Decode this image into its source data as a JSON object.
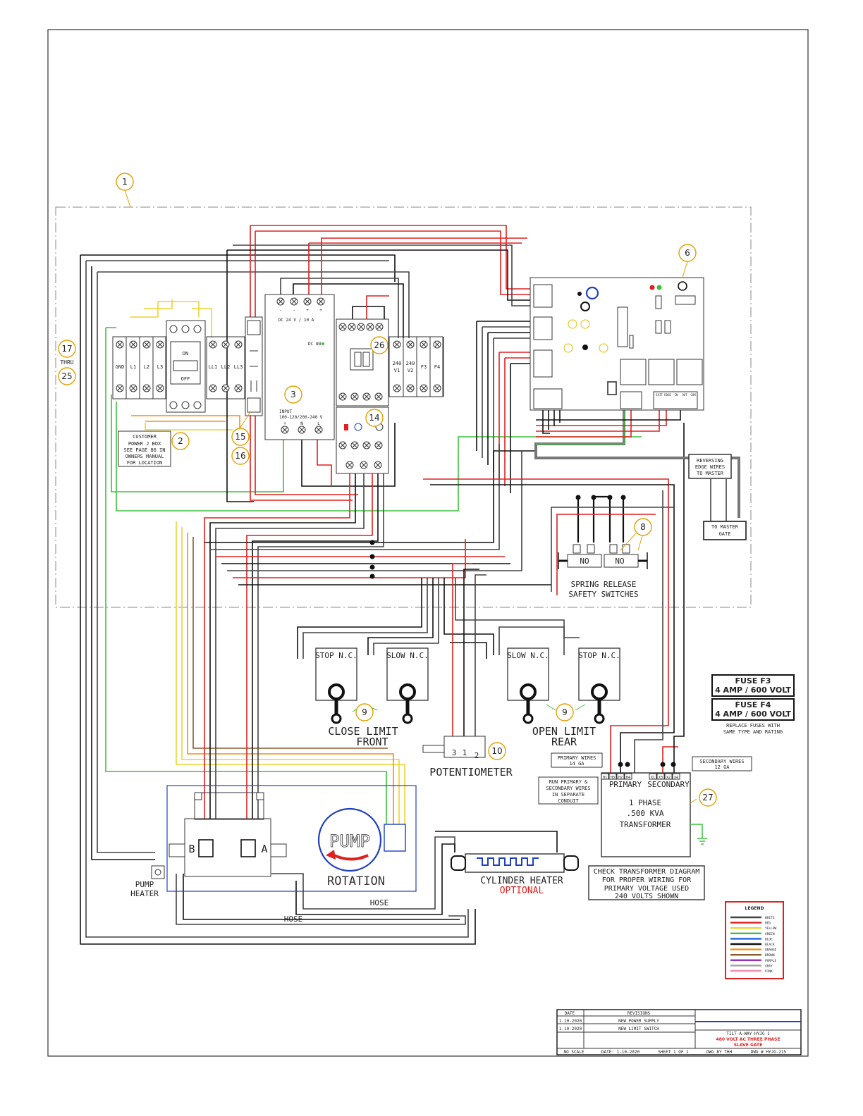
{
  "colors": {
    "white_wire": "#444444",
    "red": "#e02020",
    "yellow": "#f2d230",
    "green": "#3fbf3f",
    "blue": "#2040c0",
    "black": "#111111",
    "orange": "#f0901a",
    "brown": "#8b5a2b",
    "purple": "#8a2be2",
    "gray": "#999999",
    "pink": "#f48fb1",
    "callout": "#e3a100"
  },
  "callouts": [
    "1",
    "2",
    "3",
    "6",
    "8",
    "9",
    "9",
    "10",
    "14",
    "15",
    "16",
    "17",
    "25",
    "26",
    "27"
  ],
  "callout_thru": "THRU",
  "jbox": {
    "terminals": [
      "GND",
      "L1",
      "L2",
      "L3"
    ],
    "note": [
      "CUSTOMER",
      "POWER J BOX",
      "SEE PAGE 86 IN",
      "OWNERS MANUAL",
      "FOR LOCATION"
    ]
  },
  "disconnect": {
    "on": "ON",
    "off": "OFF"
  },
  "load_terminals": [
    "LL1",
    "LL2",
    "LL3"
  ],
  "power_supply": {
    "top": "DC 24 V / 10 A",
    "dc": "DC ON",
    "input": "INPUT",
    "input2": "100-120/200-240 V",
    "pins": [
      "-",
      "-",
      "+",
      "+"
    ],
    "inpins": [
      "+",
      "N",
      "L"
    ]
  },
  "fuse_terms": [
    "240 V1",
    "240 V2",
    "F3",
    "F4"
  ],
  "control_board": {
    "labels": [
      "EXIT",
      "EDGE",
      "IN",
      "OUT",
      "COM"
    ]
  },
  "reversing_note": [
    "REVERSING",
    "EDGE WIRES",
    "TO MASTER"
  ],
  "to_master": [
    "TO MASTER",
    "GATE"
  ],
  "safety": {
    "no": "NO",
    "label": [
      "SPRING RELEASE",
      "SAFETY SWITCHES"
    ]
  },
  "limits": {
    "stop_nc": "STOP N.C.",
    "slow_nc": "SLOW N.C.",
    "close": [
      "CLOSE LIMIT",
      "FRONT"
    ],
    "open": [
      "OPEN LIMIT",
      "REAR"
    ]
  },
  "fuse_box": [
    {
      "name": "FUSE F3",
      "rating": "4 AMP / 600 VOLT"
    },
    {
      "name": "FUSE F4",
      "rating": "4 AMP / 600 VOLT"
    }
  ],
  "fuse_note": [
    "REPLACE FUSES WITH",
    "SAME TYPE AND RATING"
  ],
  "potentiometer": {
    "pins": [
      "3",
      "1",
      "2"
    ],
    "label": "POTENTIOMETER"
  },
  "primary_wires": [
    "PRIMARY WIRES",
    "14 GA"
  ],
  "secondary_wires": [
    "SECONDARY WIRES",
    "12 GA"
  ],
  "conduit_note": [
    "RUN PRIMARY &",
    "SECONDARY WIRES",
    "IN SEPARATE",
    "CONDUIT"
  ],
  "transformer": {
    "primary": "PRIMARY",
    "secondary": "SECONDARY",
    "terms": [
      "H1",
      "H3",
      "H2",
      "H4",
      "X1",
      "X3",
      "X2",
      "X4"
    ],
    "body": [
      "1 PHASE",
      ".500 KVA",
      "TRANSFORMER"
    ]
  },
  "check_note": [
    "CHECK TRANSFORMER DIAGRAM",
    "FOR PROPER WIRING FOR",
    "PRIMARY VOLTAGE USED",
    "240 VOLTS SHOWN"
  ],
  "pump": {
    "word": "PUMP",
    "rotation": "ROTATION",
    "a": "A",
    "b": "B"
  },
  "pump_heater": [
    "PUMP",
    "HEATER"
  ],
  "cylinder_heater": "CYLINDER HEATER",
  "optional": "OPTIONAL",
  "hose": "HOSE",
  "legend": {
    "title": "LEGEND",
    "items": [
      {
        "name": "WHITE",
        "color": "#444444"
      },
      {
        "name": "RED",
        "color": "#e02020"
      },
      {
        "name": "YELLOW",
        "color": "#f2d230"
      },
      {
        "name": "GREEN",
        "color": "#3fbf3f"
      },
      {
        "name": "BLUE",
        "color": "#2060e0"
      },
      {
        "name": "BLACK",
        "color": "#111111"
      },
      {
        "name": "ORANGE",
        "color": "#f0901a"
      },
      {
        "name": "BROWN",
        "color": "#8b5a2b"
      },
      {
        "name": "PURPLE",
        "color": "#9b30c0"
      },
      {
        "name": "GRAY",
        "color": "#a0a0a0"
      },
      {
        "name": "PINK",
        "color": "#f48fb1"
      }
    ]
  },
  "title_block": {
    "date_hdr": "DATE",
    "rev_hdr": "REVISIONS",
    "revisions": [
      {
        "date": "1-10-2020",
        "text": "NEW POWER SUPPLY"
      },
      {
        "date": "1-10-2020",
        "text": "NEW LIMIT SWITCH"
      }
    ],
    "company": "TILT-A-WAY HYJG 1",
    "title1": "480 VOLT AC THREE PHASE",
    "title2": "SLAVE GATE",
    "scale": "NO SCALE",
    "date": "DATE: 1-10-2020",
    "sheet": "SHEET 1 OF 1",
    "dwg_by": "DWG BY THH",
    "dwg_no": "DWG # HYJG-215"
  }
}
